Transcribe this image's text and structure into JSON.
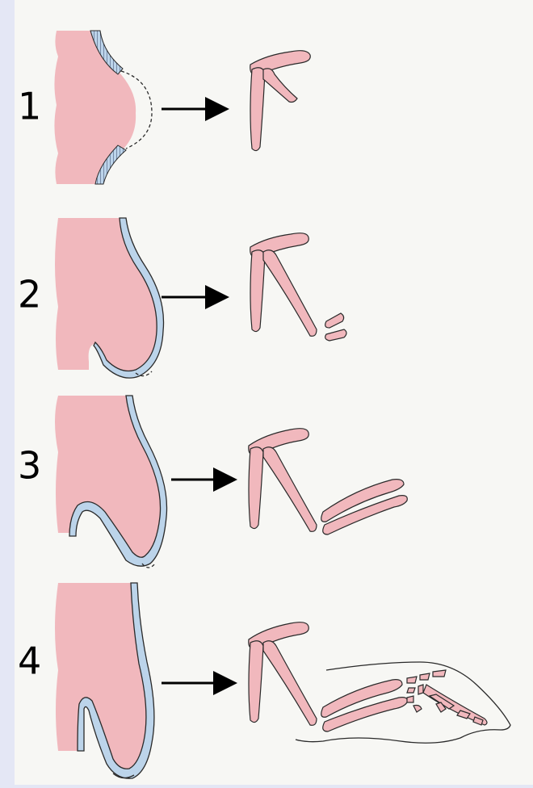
{
  "panels": [
    {
      "number": "1"
    },
    {
      "number": "2"
    },
    {
      "number": "3"
    },
    {
      "number": "4"
    }
  ],
  "colors": {
    "background": "#e4e7f5",
    "paper": "#f7f7f4",
    "tissue": "#f1b8bd",
    "ectoderm": "#bcd4ea",
    "outline": "#2a2a2a",
    "arrow": "#000000"
  }
}
